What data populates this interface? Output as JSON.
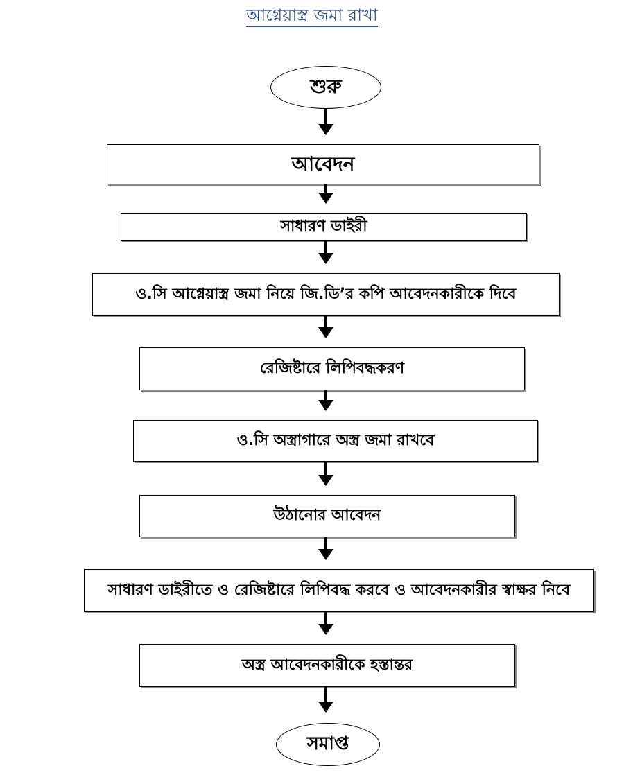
{
  "title": "আগ্নেয়াস্ত্র জমা রাখা",
  "start": "শুরু",
  "steps": [
    "আবেদন",
    "সাধারণ ডাইরী",
    "ও.সি আগ্নেয়াস্ত্র জমা নিয়ে জি.ডি’র কপি আবেদনকারীকে দিবে",
    "রেজিষ্টারে লিপিবদ্ধকরণ",
    "ও.সি অস্ত্রাগারে অস্ত্র জমা রাখবে",
    "উঠানোর আবেদন",
    "সাধারণ ডাইরীতে ও রেজিষ্টারে লিপিবদ্ধ করবে ও আবেদনকারীর স্বাক্ষর নিবে",
    "অস্ত্র আবেদনকারীকে হস্তান্তর"
  ],
  "end": "সমাপ্ত"
}
